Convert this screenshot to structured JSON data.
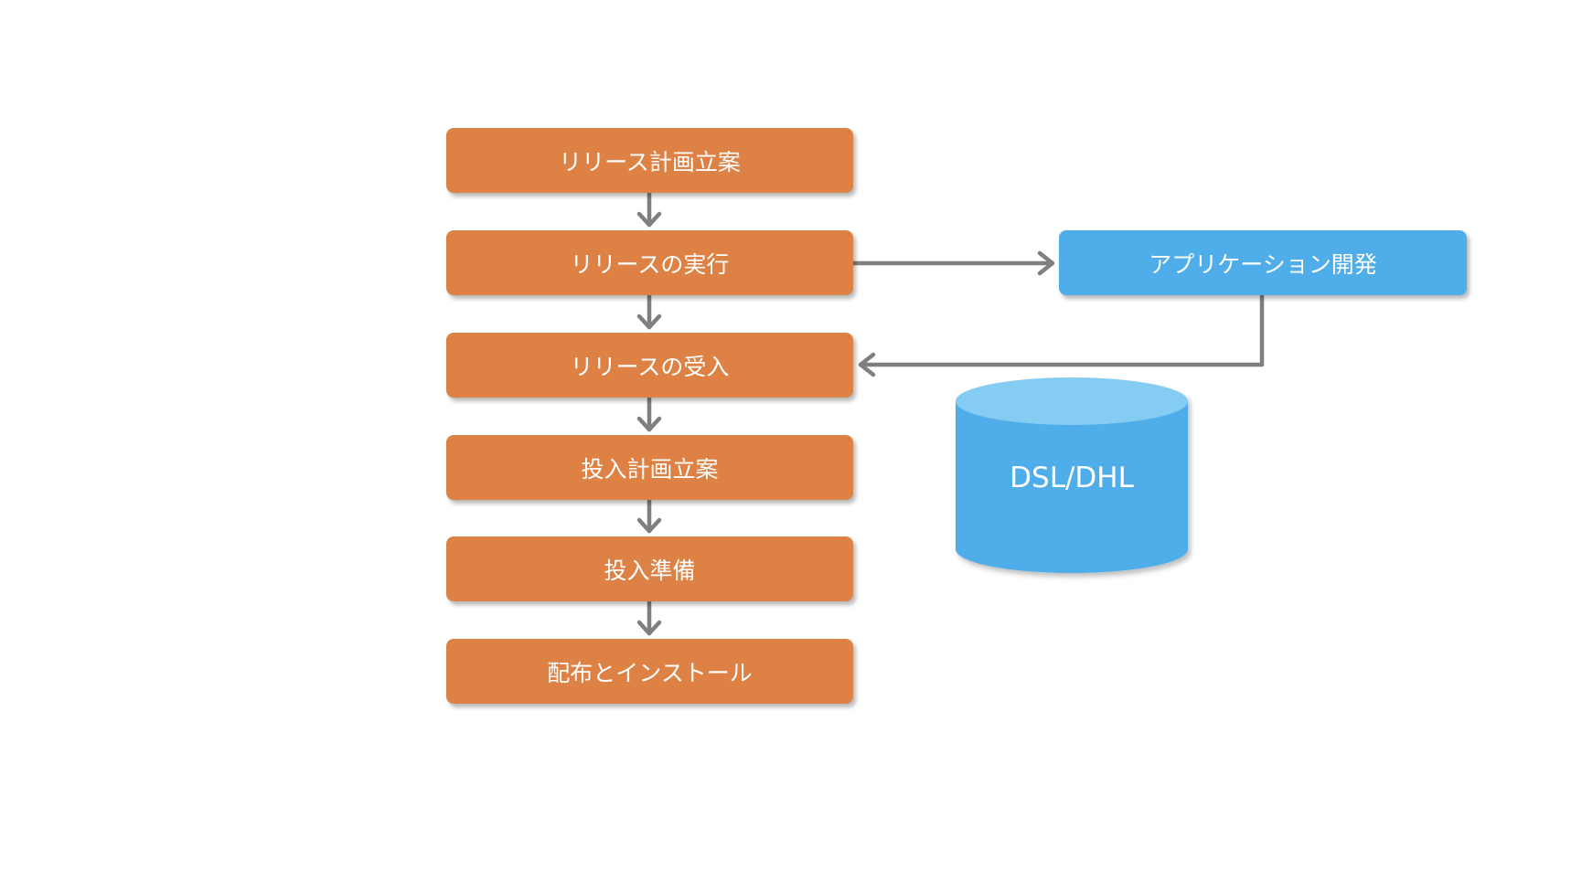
{
  "diagram": {
    "steps": [
      {
        "label": "リリース計画立案"
      },
      {
        "label": "リリースの実行"
      },
      {
        "label": "リリースの受入"
      },
      {
        "label": "投入計画立案"
      },
      {
        "label": "投入準備"
      },
      {
        "label": "配布とインストール"
      }
    ],
    "app_box": {
      "label": "アプリケーション開発"
    },
    "repository": {
      "label": "DSL/DHL"
    },
    "colors": {
      "step_fill": "#dd8244",
      "app_fill": "#4fadea",
      "cylinder_side": "#4fadea",
      "cylinder_top": "#85ccf3",
      "connector": "#7f7f7f",
      "text": "#ffffff"
    }
  }
}
